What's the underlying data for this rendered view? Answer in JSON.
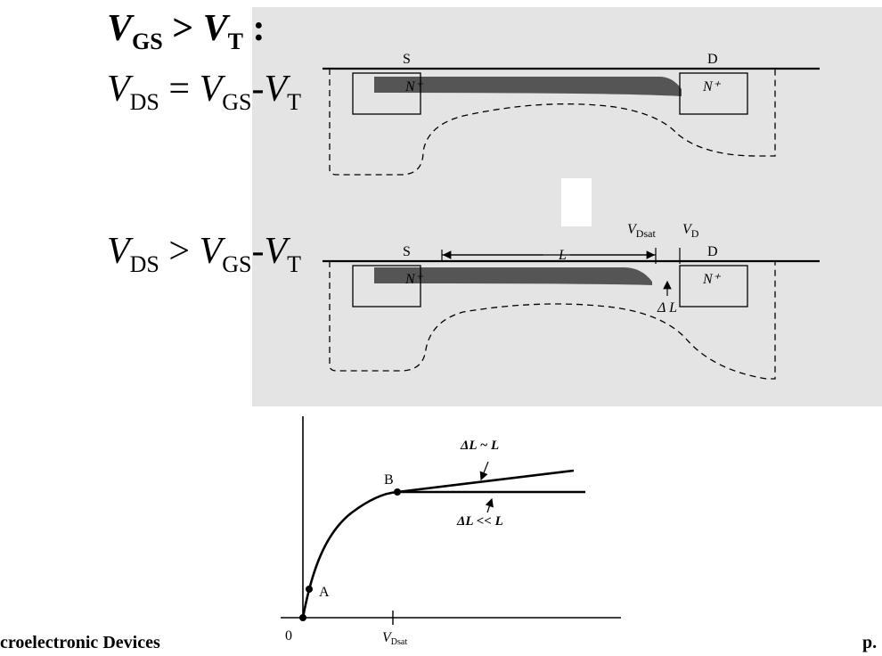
{
  "equations": {
    "eq1": {
      "v": "V",
      "sub1": "GS",
      "op": " > ",
      "v2": "V",
      "sub2": "T",
      "tail": " :"
    },
    "eq2": {
      "v": "V",
      "sub1": "DS",
      "op": " = ",
      "v2": "V",
      "sub2": "GS",
      "minus": "-",
      "v3": "V",
      "sub3": "T"
    },
    "eq3": {
      "v": "V",
      "sub1": "DS",
      "op": " > ",
      "v2": "V",
      "sub2": "GS",
      "minus": "-",
      "v3": "V",
      "sub3": "T"
    }
  },
  "device1": {
    "source_label": "S",
    "drain_label": "D",
    "source_region": "N⁺",
    "drain_region": "N⁺"
  },
  "device2": {
    "source_label": "S",
    "drain_label": "D",
    "source_region": "N⁺",
    "drain_region": "N⁺",
    "length_label": "L",
    "vdsat_label": "V",
    "vdsat_sub": "Dsat",
    "vd_label": "V",
    "vd_sub": "D",
    "delta_l_label": "Δ L"
  },
  "iv_plot": {
    "point_a": "A",
    "point_b": "B",
    "origin": "0",
    "vdsat_label": "V",
    "vdsat_sub": "Dsat",
    "annotation_upper": "ΔL ~ L",
    "annotation_lower": "ΔL << L"
  },
  "footer": {
    "left": "croelectronic Devices",
    "right": "p."
  }
}
